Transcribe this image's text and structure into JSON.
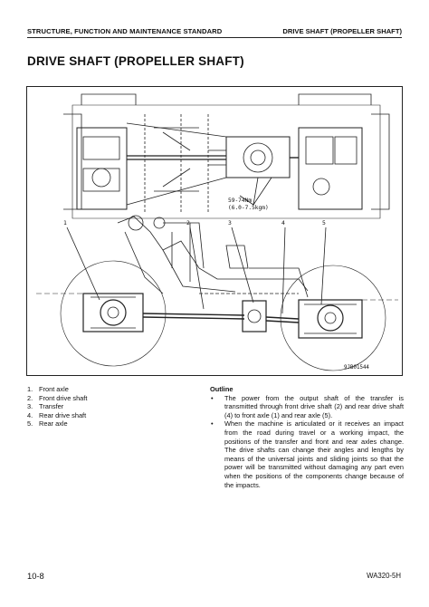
{
  "header": {
    "left": "STRUCTURE, FUNCTION AND MAINTENANCE STANDARD",
    "right": "DRIVE SHAFT (PROPELLER SHAFT)"
  },
  "title": "DRIVE SHAFT (PROPELLER SHAFT)",
  "figure": {
    "dimension_line1": "59-74Nm",
    "dimension_line2": "(6.0-7.5kgm)",
    "callouts": [
      "1",
      "2",
      "3",
      "4",
      "5"
    ],
    "code": "9JB01544"
  },
  "legend": [
    {
      "num": "1.",
      "label": "Front axle"
    },
    {
      "num": "2.",
      "label": "Front drive shaft"
    },
    {
      "num": "3.",
      "label": "Transfer"
    },
    {
      "num": "4.",
      "label": "Rear drive shaft"
    },
    {
      "num": "5.",
      "label": "Rear axle"
    }
  ],
  "outline": {
    "heading": "Outline",
    "bullet_symbol": "•",
    "bullets": [
      "The power from the output shaft of the transfer is transmitted through front drive shaft (2) and rear drive shaft (4) to front axle (1) and rear axle (5).",
      "When the machine is articulated or it receives an impact from the road during travel or a working impact, the positions of the transfer and front and rear axles change. The drive shafts can change their angles and lengths by means of the universal joints and sliding joints so that the power will be transmitted without damaging any part even when the positions of the components change because of the impacts."
    ]
  },
  "footer": {
    "page": "10-8",
    "model": "WA320-5H"
  }
}
